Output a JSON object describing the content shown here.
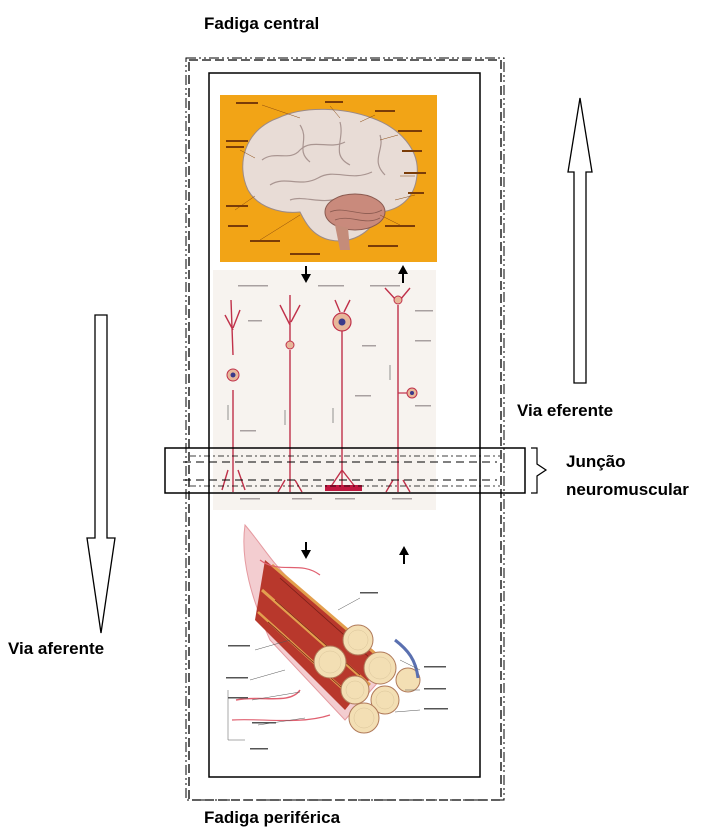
{
  "labels": {
    "central": "Fadiga central",
    "peripheral": "Fadiga periférica",
    "efferent": "Via eferente",
    "afferent": "Via aferente",
    "junction_line1": "Junção",
    "junction_line2": "neuromuscular"
  },
  "colors": {
    "brain_panel_bg": "#f2a416",
    "brain": "#e8dcd6",
    "cerebellum": "#c98a7c",
    "neuron_red": "#c0314a",
    "muscle_red": "#b8382c",
    "muscle_cream": "#f3dfb4",
    "sheath_pink": "#e59aa0",
    "outline": "#000000"
  },
  "icons": [
    "down-arrow-icon",
    "up-arrow-icon",
    "hollow-up-arrow-icon",
    "hollow-down-arrow-icon",
    "bracket-icon"
  ]
}
